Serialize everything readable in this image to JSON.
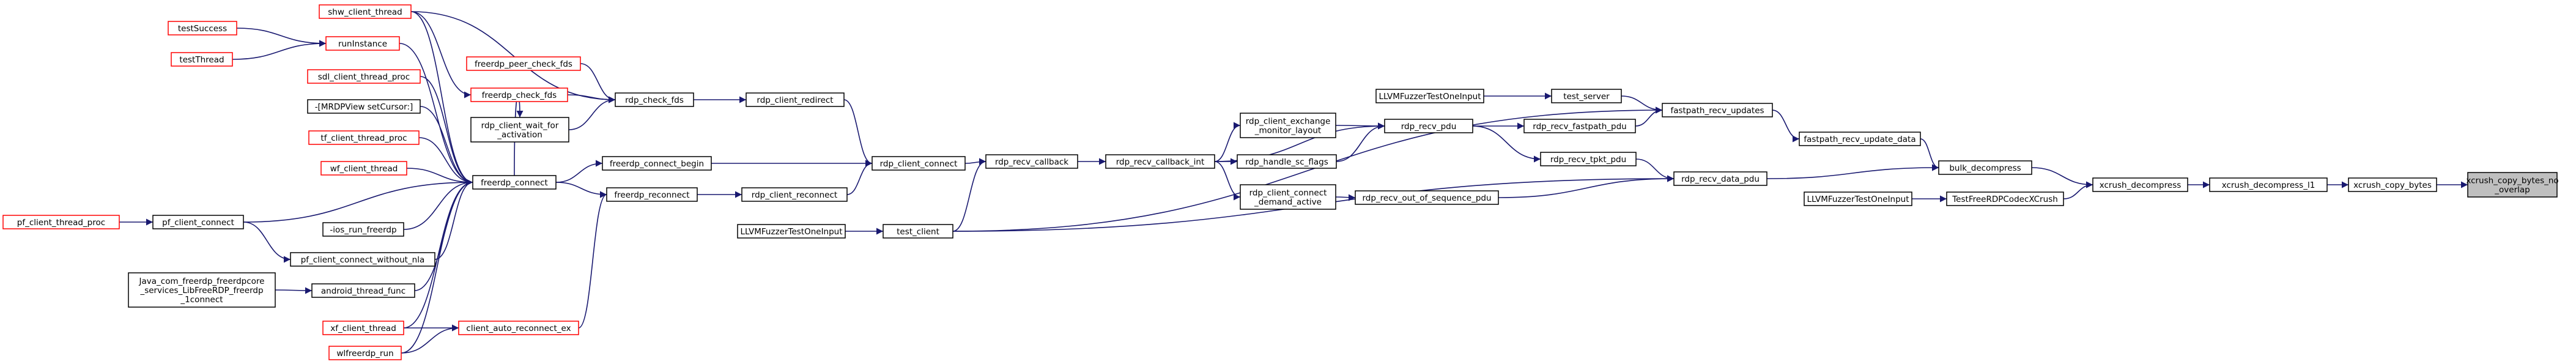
{
  "graph": {
    "nodes": [
      {
        "id": "xcrush_copy_bytes_no_overlap",
        "lines": [
          "xcrush_copy_bytes_no",
          "_overlap"
        ],
        "style": "focus"
      },
      {
        "id": "xcrush_copy_bytes",
        "lines": [
          "xcrush_copy_bytes"
        ],
        "style": "normal"
      },
      {
        "id": "xcrush_decompress_l1",
        "lines": [
          "xcrush_decompress_l1"
        ],
        "style": "normal"
      },
      {
        "id": "xcrush_decompress",
        "lines": [
          "xcrush_decompress"
        ],
        "style": "normal"
      },
      {
        "id": "bulk_decompress",
        "lines": [
          "bulk_decompress"
        ],
        "style": "normal"
      },
      {
        "id": "TestFreeRDPCodecXCrush",
        "lines": [
          "TestFreeRDPCodecXCrush"
        ],
        "style": "normal"
      },
      {
        "id": "LLVMFuzzerTestOneInput_b",
        "lines": [
          "LLVMFuzzerTestOneInput"
        ],
        "style": "normal"
      },
      {
        "id": "fastpath_recv_update_data",
        "lines": [
          "fastpath_recv_update_data"
        ],
        "style": "normal"
      },
      {
        "id": "rdp_recv_data_pdu",
        "lines": [
          "rdp_recv_data_pdu"
        ],
        "style": "normal"
      },
      {
        "id": "fastpath_recv_updates",
        "lines": [
          "fastpath_recv_updates"
        ],
        "style": "normal"
      },
      {
        "id": "test_server",
        "lines": [
          "test_server"
        ],
        "style": "normal"
      },
      {
        "id": "LLVMFuzzerTestOneInput_t",
        "lines": [
          "LLVMFuzzerTestOneInput"
        ],
        "style": "normal"
      },
      {
        "id": "rdp_recv_fastpath_pdu",
        "lines": [
          "rdp_recv_fastpath_pdu"
        ],
        "style": "normal"
      },
      {
        "id": "rdp_recv_pdu",
        "lines": [
          "rdp_recv_pdu"
        ],
        "style": "normal"
      },
      {
        "id": "rdp_recv_tpkt_pdu",
        "lines": [
          "rdp_recv_tpkt_pdu"
        ],
        "style": "normal"
      },
      {
        "id": "rdp_recv_out_of_sequence_pdu",
        "lines": [
          "rdp_recv_out_of_sequence_pdu"
        ],
        "style": "normal"
      },
      {
        "id": "rdp_client_exchange_monitor_layout",
        "lines": [
          "rdp_client_exchange",
          "_monitor_layout"
        ],
        "style": "normal"
      },
      {
        "id": "rdp_handle_sc_flags",
        "lines": [
          "rdp_handle_sc_flags"
        ],
        "style": "normal"
      },
      {
        "id": "rdp_client_connect_demand_active",
        "lines": [
          "rdp_client_connect",
          "_demand_active"
        ],
        "style": "normal"
      },
      {
        "id": "rdp_recv_callback_int",
        "lines": [
          "rdp_recv_callback_int"
        ],
        "style": "normal"
      },
      {
        "id": "rdp_recv_callback",
        "lines": [
          "rdp_recv_callback"
        ],
        "style": "normal"
      },
      {
        "id": "rdp_client_connect",
        "lines": [
          "rdp_client_connect"
        ],
        "style": "normal"
      },
      {
        "id": "test_client",
        "lines": [
          "test_client"
        ],
        "style": "normal"
      },
      {
        "id": "LLVMFuzzerTestOneInput_c",
        "lines": [
          "LLVMFuzzerTestOneInput"
        ],
        "style": "normal"
      },
      {
        "id": "rdp_client_redirect",
        "lines": [
          "rdp_client_redirect"
        ],
        "style": "normal"
      },
      {
        "id": "rdp_client_reconnect",
        "lines": [
          "rdp_client_reconnect"
        ],
        "style": "normal"
      },
      {
        "id": "rdp_check_fds",
        "lines": [
          "rdp_check_fds"
        ],
        "style": "normal"
      },
      {
        "id": "freerdp_connect_begin",
        "lines": [
          "freerdp_connect_begin"
        ],
        "style": "normal"
      },
      {
        "id": "freerdp_reconnect",
        "lines": [
          "freerdp_reconnect"
        ],
        "style": "normal"
      },
      {
        "id": "freerdp_peer_check_fds",
        "lines": [
          "freerdp_peer_check_fds"
        ],
        "style": "red"
      },
      {
        "id": "freerdp_check_fds",
        "lines": [
          "freerdp_check_fds"
        ],
        "style": "red"
      },
      {
        "id": "rdp_client_wait_for_activation",
        "lines": [
          "rdp_client_wait_for",
          "_activation"
        ],
        "style": "normal"
      },
      {
        "id": "freerdp_connect",
        "lines": [
          "freerdp_connect"
        ],
        "style": "normal"
      },
      {
        "id": "client_auto_reconnect_ex",
        "lines": [
          "client_auto_reconnect_ex"
        ],
        "style": "red"
      },
      {
        "id": "shw_client_thread",
        "lines": [
          "shw_client_thread"
        ],
        "style": "red"
      },
      {
        "id": "runInstance",
        "lines": [
          "runInstance"
        ],
        "style": "red"
      },
      {
        "id": "testSuccess",
        "lines": [
          "testSuccess"
        ],
        "style": "red"
      },
      {
        "id": "testThread",
        "lines": [
          "testThread"
        ],
        "style": "red"
      },
      {
        "id": "sdl_client_thread_proc",
        "lines": [
          "sdl_client_thread_proc"
        ],
        "style": "red"
      },
      {
        "id": "MRDPView_setCursor",
        "lines": [
          "-[MRDPView setCursor:]"
        ],
        "style": "normal"
      },
      {
        "id": "tf_client_thread_proc",
        "lines": [
          "tf_client_thread_proc"
        ],
        "style": "red"
      },
      {
        "id": "wf_client_thread",
        "lines": [
          "wf_client_thread"
        ],
        "style": "red"
      },
      {
        "id": "ios_run_freerdp",
        "lines": [
          "-ios_run_freerdp"
        ],
        "style": "normal"
      },
      {
        "id": "pf_client_connect",
        "lines": [
          "pf_client_connect"
        ],
        "style": "normal"
      },
      {
        "id": "pf_client_thread_proc",
        "lines": [
          "pf_client_thread_proc"
        ],
        "style": "red"
      },
      {
        "id": "pf_client_connect_without_nla",
        "lines": [
          "pf_client_connect_without_nla"
        ],
        "style": "normal"
      },
      {
        "id": "android_thread_func",
        "lines": [
          "android_thread_func"
        ],
        "style": "normal"
      },
      {
        "id": "Java_connect",
        "lines": [
          "Java_com_freerdp_freerdpcore",
          "_services_LibFreeRDP_freerdp",
          "_1connect"
        ],
        "style": "normal"
      },
      {
        "id": "xf_client_thread",
        "lines": [
          "xf_client_thread"
        ],
        "style": "red"
      },
      {
        "id": "wlfreerdp_run",
        "lines": [
          "wlfreerdp_run"
        ],
        "style": "red"
      }
    ],
    "edges": [
      [
        "xcrush_copy_bytes",
        "xcrush_copy_bytes_no_overlap"
      ],
      [
        "xcrush_decompress_l1",
        "xcrush_copy_bytes"
      ],
      [
        "xcrush_decompress",
        "xcrush_decompress_l1"
      ],
      [
        "bulk_decompress",
        "xcrush_decompress"
      ],
      [
        "TestFreeRDPCodecXCrush",
        "xcrush_decompress"
      ],
      [
        "LLVMFuzzerTestOneInput_b",
        "TestFreeRDPCodecXCrush"
      ],
      [
        "fastpath_recv_update_data",
        "bulk_decompress"
      ],
      [
        "rdp_recv_data_pdu",
        "bulk_decompress"
      ],
      [
        "fastpath_recv_updates",
        "fastpath_recv_update_data"
      ],
      [
        "test_server",
        "fastpath_recv_updates"
      ],
      [
        "rdp_recv_fastpath_pdu",
        "fastpath_recv_updates"
      ],
      [
        "test_client",
        "fastpath_recv_updates"
      ],
      [
        "LLVMFuzzerTestOneInput_t",
        "test_server"
      ],
      [
        "rdp_recv_pdu",
        "rdp_recv_fastpath_pdu"
      ],
      [
        "rdp_recv_pdu",
        "rdp_recv_tpkt_pdu"
      ],
      [
        "rdp_recv_tpkt_pdu",
        "rdp_recv_data_pdu"
      ],
      [
        "rdp_recv_out_of_sequence_pdu",
        "rdp_recv_data_pdu"
      ],
      [
        "test_client",
        "rdp_recv_data_pdu"
      ],
      [
        "rdp_client_exchange_monitor_layout",
        "rdp_recv_pdu"
      ],
      [
        "rdp_handle_sc_flags",
        "rdp_recv_pdu"
      ],
      [
        "rdp_recv_callback_int",
        "rdp_recv_pdu"
      ],
      [
        "rdp_recv_callback_int",
        "rdp_client_exchange_monitor_layout"
      ],
      [
        "rdp_recv_callback_int",
        "rdp_handle_sc_flags"
      ],
      [
        "rdp_recv_callback_int",
        "rdp_client_connect_demand_active"
      ],
      [
        "rdp_client_connect_demand_active",
        "rdp_recv_out_of_sequence_pdu"
      ],
      [
        "rdp_recv_callback",
        "rdp_recv_callback_int"
      ],
      [
        "rdp_client_connect",
        "rdp_recv_callback"
      ],
      [
        "test_client",
        "rdp_recv_callback"
      ],
      [
        "LLVMFuzzerTestOneInput_c",
        "test_client"
      ],
      [
        "rdp_client_redirect",
        "rdp_client_connect"
      ],
      [
        "rdp_client_reconnect",
        "rdp_client_connect"
      ],
      [
        "freerdp_connect_begin",
        "rdp_client_connect"
      ],
      [
        "rdp_check_fds",
        "rdp_client_redirect"
      ],
      [
        "freerdp_reconnect",
        "rdp_client_reconnect"
      ],
      [
        "freerdp_peer_check_fds",
        "rdp_check_fds"
      ],
      [
        "freerdp_check_fds",
        "rdp_check_fds"
      ],
      [
        "shw_client_thread",
        "rdp_check_fds"
      ],
      [
        "rdp_client_wait_for_activation",
        "rdp_check_fds"
      ],
      [
        "freerdp_connect",
        "rdp_client_wait_for_activation"
      ],
      [
        "freerdp_connect",
        "freerdp_connect_begin"
      ],
      [
        "freerdp_connect",
        "freerdp_reconnect"
      ],
      [
        "client_auto_reconnect_ex",
        "freerdp_reconnect"
      ],
      [
        "shw_client_thread",
        "freerdp_check_fds"
      ],
      [
        "runInstance",
        "freerdp_connect"
      ],
      [
        "shw_client_thread",
        "freerdp_connect"
      ],
      [
        "testSuccess",
        "runInstance"
      ],
      [
        "testThread",
        "runInstance"
      ],
      [
        "sdl_client_thread_proc",
        "freerdp_connect"
      ],
      [
        "MRDPView_setCursor",
        "freerdp_connect"
      ],
      [
        "tf_client_thread_proc",
        "freerdp_connect"
      ],
      [
        "wf_client_thread",
        "freerdp_connect"
      ],
      [
        "ios_run_freerdp",
        "freerdp_connect"
      ],
      [
        "pf_client_connect",
        "freerdp_connect"
      ],
      [
        "pf_client_connect_without_nla",
        "freerdp_connect"
      ],
      [
        "android_thread_func",
        "freerdp_connect"
      ],
      [
        "xf_client_thread",
        "freerdp_connect"
      ],
      [
        "wlfreerdp_run",
        "freerdp_connect"
      ],
      [
        "xf_client_thread",
        "client_auto_reconnect_ex"
      ],
      [
        "wlfreerdp_run",
        "client_auto_reconnect_ex"
      ],
      [
        "pf_client_thread_proc",
        "pf_client_connect"
      ],
      [
        "pf_client_connect",
        "pf_client_connect_without_nla"
      ],
      [
        "Java_connect",
        "android_thread_func"
      ]
    ]
  },
  "colors": {
    "edge": "#191970",
    "normal_border": "#000000",
    "red_border": "#ff0000",
    "focus_fill": "#bfbfbf",
    "node_fill": "#ffffff"
  }
}
